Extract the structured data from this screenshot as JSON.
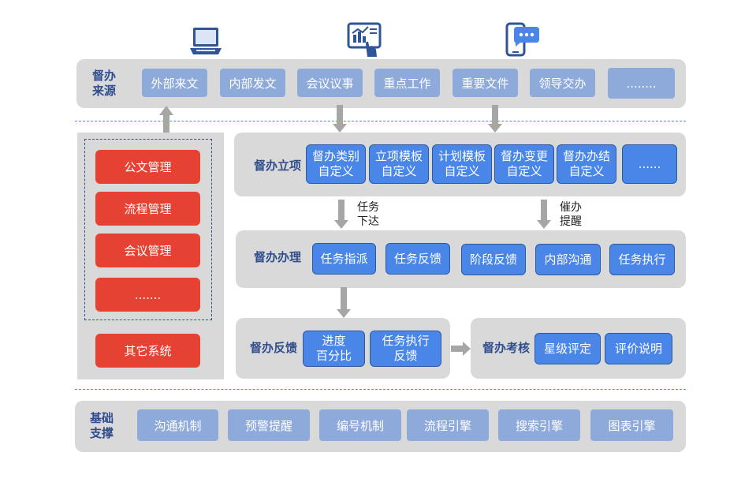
{
  "source": {
    "label": [
      "督办",
      "来源"
    ],
    "items": [
      "外部来文",
      "内部发文",
      "会议议事",
      "重点工作",
      "重要文件",
      "领导交办",
      "........"
    ]
  },
  "systems": {
    "items": [
      "公文管理",
      "流程管理",
      "会议管理",
      "......."
    ],
    "other": "其它系统"
  },
  "setup": {
    "label": "督办立项",
    "items": [
      [
        "督办类别",
        "自定义"
      ],
      [
        "立项模板",
        "自定义"
      ],
      [
        "计划模板",
        "自定义"
      ],
      [
        "督办变更",
        "自定义"
      ],
      [
        "督办办结",
        "自定义"
      ],
      [
        "......"
      ]
    ]
  },
  "arrow_notes": {
    "dispatch": [
      "任务",
      "下达"
    ],
    "remind": [
      "催办",
      "提醒"
    ]
  },
  "handle": {
    "label": "督办办理",
    "items": [
      "任务指派",
      "任务反馈",
      "阶段反馈",
      "内部沟通",
      "任务执行"
    ]
  },
  "feedback": {
    "label": "督办反馈",
    "items": [
      [
        "进度",
        "百分比"
      ],
      [
        "任务执行",
        "反馈"
      ]
    ]
  },
  "assess": {
    "label": "督办考核",
    "items": [
      "星级评定",
      "评价说明"
    ]
  },
  "base": {
    "label": [
      "基础",
      "支撑"
    ],
    "items": [
      "沟通机制",
      "预警提醒",
      "编号机制",
      "流程引擎",
      "搜索引擎",
      "图表引擎"
    ]
  },
  "icons": [
    "laptop-icon",
    "tablet-touch-icon",
    "mobile-chat-icon"
  ],
  "colors": {
    "panel": "#d9d9d9",
    "light_blue": "#8eaadb",
    "dark_blue": "#4a86e8",
    "red": "#e64233",
    "label": "#2f4d8c"
  }
}
